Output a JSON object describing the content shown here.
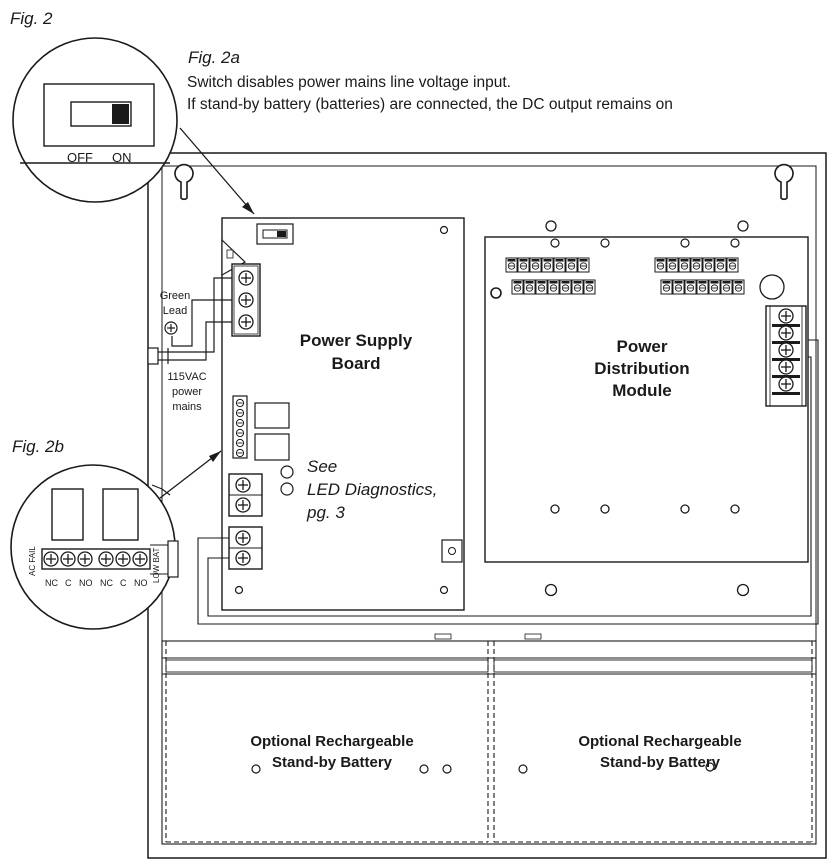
{
  "fig2": {
    "title": "Fig. 2"
  },
  "fig2a": {
    "title": "Fig. 2a",
    "caption_line1": "Switch disables power mains line voltage input.",
    "caption_line2": "If stand-by battery (batteries) are connected, the DC output remains on",
    "off_label": "OFF",
    "on_label": "ON"
  },
  "fig2b": {
    "title": "Fig. 2b",
    "ac_fail": "AC FAIL",
    "low_bat": "LOW BAT",
    "terminal_labels": [
      "NC",
      "C",
      "NO",
      "NC",
      "C",
      "NO"
    ]
  },
  "power_supply_board": {
    "line1": "Power Supply",
    "line2": "Board"
  },
  "power_distribution_module": {
    "line1": "Power",
    "line2": "Distribution",
    "line3": "Module"
  },
  "mains": {
    "green_lead_1": "Green",
    "green_lead_2": "Lead",
    "voltage_1": "115VAC",
    "voltage_2": "power",
    "voltage_3": "mains"
  },
  "led_note": {
    "line1": "See",
    "line2": "LED Diagnostics,",
    "line3": "pg. 3"
  },
  "battery_left": {
    "line1": "Optional Rechargeable",
    "line2": "Stand-by Battery"
  },
  "battery_right": {
    "line1": "Optional Rechargeable",
    "line2": "Stand-by Battery"
  },
  "colors": {
    "line": "#1a1a1a",
    "paper": "#ffffff",
    "fill": "#e6e6e6"
  },
  "icon_names": [
    "keyhole-mount-icon",
    "screw-terminal-icon",
    "mounting-hole-icon",
    "ground-screw-icon",
    "led-indicator-icon",
    "dip-switch-icon"
  ]
}
